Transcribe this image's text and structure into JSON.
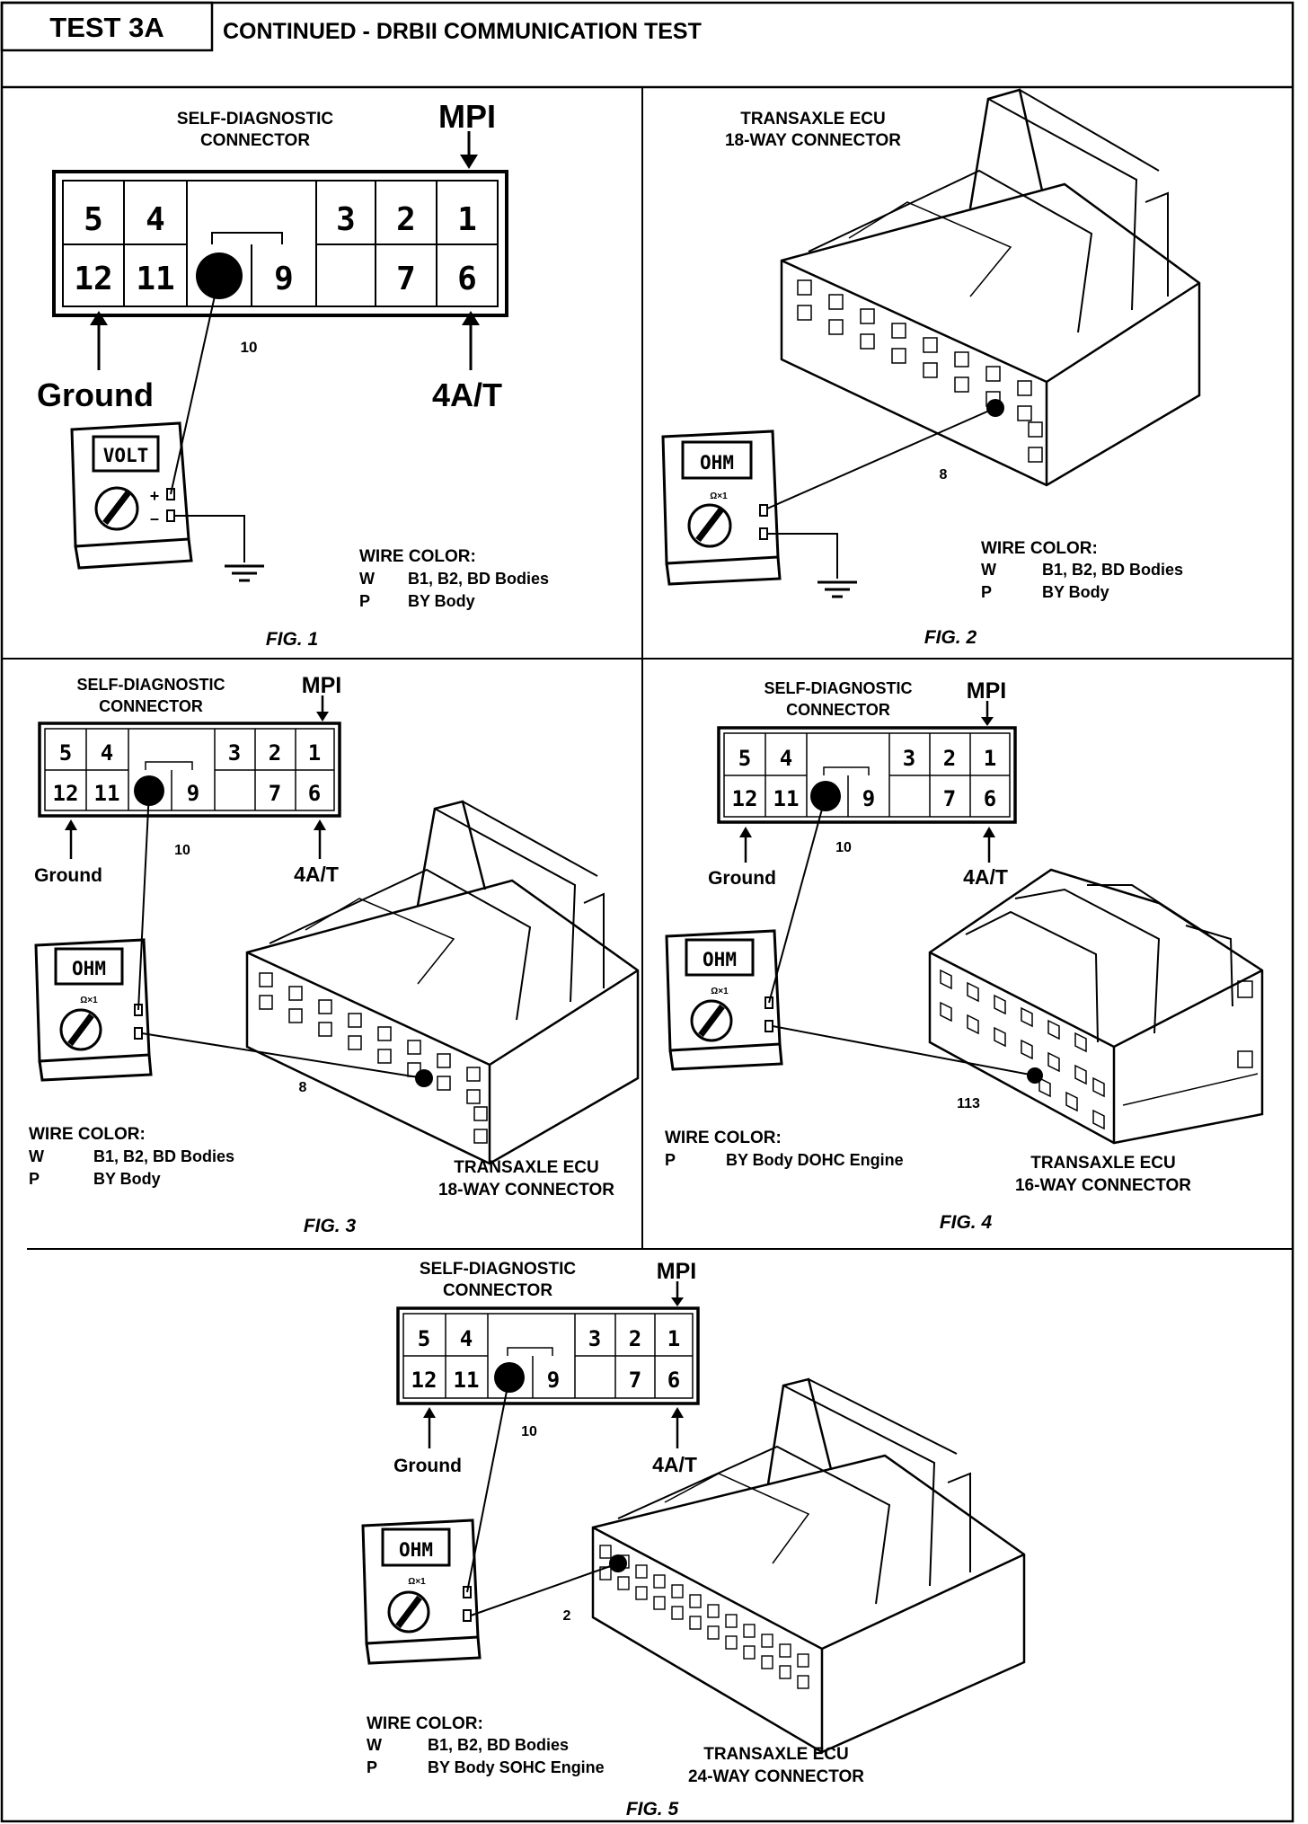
{
  "header": {
    "test_label": "TEST 3A",
    "title": "CONTINUED -  DRBII COMMUNICATION TEST"
  },
  "connector": {
    "title_line1": "SELF-DIAGNOSTIC",
    "title_line2": "CONNECTOR",
    "mpi": "MPI",
    "ground": "Ground",
    "at": "4A/T",
    "pin10": "10",
    "top_pins": [
      "5",
      "4",
      "3",
      "2",
      "1"
    ],
    "bottom_pins": [
      "12",
      "11",
      "9",
      "7",
      "6"
    ]
  },
  "meters": {
    "volt": "VOLT",
    "ohm": "OHM",
    "range": "Ω×1",
    "plus": "+",
    "minus": "–"
  },
  "wire_color_heading": "WIRE COLOR:",
  "figures": {
    "fig1": {
      "caption": "FIG. 1",
      "wires": [
        {
          "code": "W",
          "desc": "B1, B2, BD Bodies"
        },
        {
          "code": "P",
          "desc": "BY Body"
        }
      ]
    },
    "fig2": {
      "caption": "FIG. 2",
      "ecu_line1": "TRANSAXLE ECU",
      "ecu_line2": "18-WAY CONNECTOR",
      "pin": "8",
      "wires": [
        {
          "code": "W",
          "desc": "B1, B2, BD Bodies"
        },
        {
          "code": "P",
          "desc": "BY Body"
        }
      ]
    },
    "fig3": {
      "caption": "FIG. 3",
      "ecu_line1": "TRANSAXLE ECU",
      "ecu_line2": "18-WAY CONNECTOR",
      "pin": "8",
      "wires": [
        {
          "code": "W",
          "desc": "B1, B2, BD Bodies"
        },
        {
          "code": "P",
          "desc": "BY Body"
        }
      ]
    },
    "fig4": {
      "caption": "FIG. 4",
      "ecu_line1": "TRANSAXLE ECU",
      "ecu_line2": "16-WAY CONNECTOR",
      "pin": "113",
      "wires": [
        {
          "code": "P",
          "desc": "BY Body DOHC Engine"
        }
      ]
    },
    "fig5": {
      "caption": "FIG. 5",
      "ecu_line1": "TRANSAXLE ECU",
      "ecu_line2": "24-WAY CONNECTOR",
      "pin": "2",
      "wires": [
        {
          "code": "W",
          "desc": "B1, B2, BD Bodies"
        },
        {
          "code": "P",
          "desc": "BY Body SOHC Engine"
        }
      ]
    }
  }
}
